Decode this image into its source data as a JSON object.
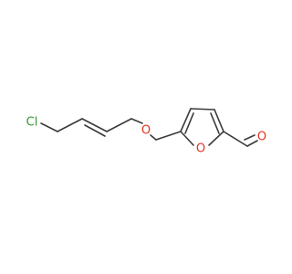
{
  "molecule": {
    "atoms": {
      "chlorine": "Cl",
      "ether_oxygen": "O",
      "ring_oxygen": "O",
      "carbonyl_oxygen": "O"
    },
    "colors": {
      "bond": "#3a3a3a",
      "chlorine": "#2e9a2e",
      "oxygen": "#e0341f"
    }
  }
}
